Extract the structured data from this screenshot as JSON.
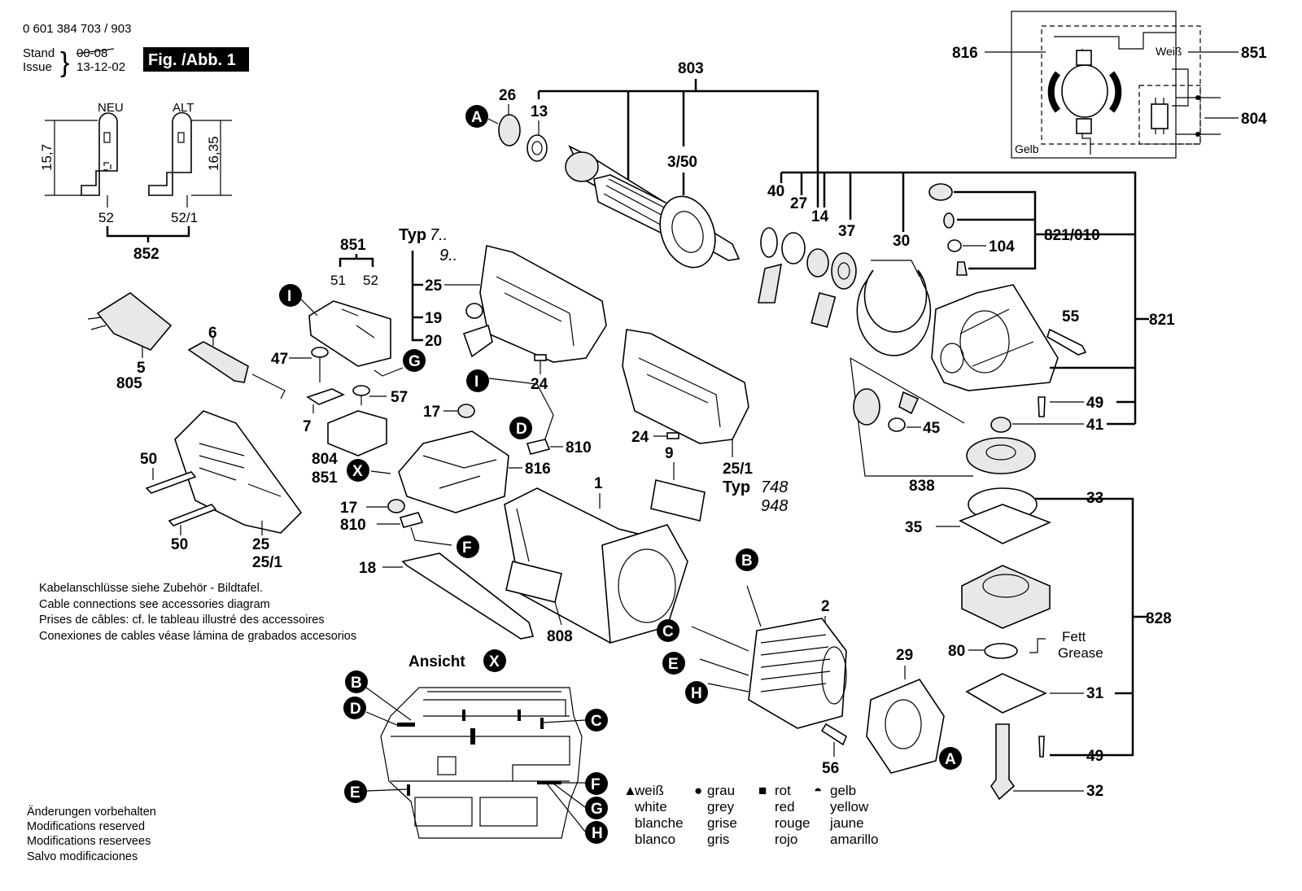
{
  "header": {
    "part_number": "0 601 384 703 / 903",
    "stand_label": "Stand",
    "issue_label": "Issue",
    "date_old": "00-08",
    "date_new": "13-12-02",
    "figure_label": "Fig. /Abb. 1"
  },
  "terminal_detail": {
    "new_label": "NEU",
    "old_label": "ALT",
    "dim_new": "15,7",
    "dim_old": "16,35",
    "part_new": "52",
    "part_old": "52/1",
    "set_number": "852"
  },
  "parts": {
    "p803": "803",
    "p26": "26",
    "p13": "13",
    "p350": "3/50",
    "p40": "40",
    "p27": "27",
    "p14": "14",
    "p37": "37",
    "p30": "30",
    "p821_010": "821/010",
    "p104": "104",
    "p821": "821",
    "p55": "55",
    "p49a": "49",
    "p41": "41",
    "p45": "45",
    "p838": "838",
    "p33": "33",
    "p35": "35",
    "p828": "828",
    "p80": "80",
    "p31": "31",
    "p49b": "49",
    "p32": "32",
    "p29": "29",
    "p2": "2",
    "p56": "56",
    "p1": "1",
    "p9": "9",
    "p251_right": "25/1",
    "p24a": "24",
    "p24b": "24",
    "p25_top": "25",
    "p19": "19",
    "p20": "20",
    "p851_top": "851",
    "p51": "51",
    "p52": "52",
    "p47": "47",
    "p7": "7",
    "p57": "57",
    "p804": "804",
    "p851": "851",
    "p17a": "17",
    "p17b": "17",
    "p816": "816",
    "p810a": "810",
    "p810b": "810",
    "p18": "18",
    "p808": "808",
    "p6": "6",
    "p5": "5",
    "p805": "805",
    "p50a": "50",
    "p50b": "50",
    "p25_bottom": "25",
    "p251_bottom": "25/1"
  },
  "typ_labels": {
    "typ_top": "Typ",
    "typ_top_v1": "7..",
    "typ_top_v2": "9..",
    "typ_bottom": "Typ",
    "typ_bottom_v1": "748",
    "typ_bottom_v2": "948"
  },
  "wiring_schematic": {
    "label_816": "816",
    "label_851": "851",
    "label_804": "804",
    "weiss": "Weiß",
    "gelb": "Gelb"
  },
  "markers": [
    "A",
    "B",
    "C",
    "D",
    "E",
    "F",
    "G",
    "H",
    "I",
    "X"
  ],
  "ansicht": {
    "title": "Ansicht"
  },
  "grease_note": {
    "de": "Fett",
    "en": "Grease"
  },
  "cable_note": [
    "Kabelanschlüsse siehe Zubehör - Bildtafel.",
    "Cable connections see accessories diagram",
    "Prises de câbles: cf. le tableau illustré des accessoires",
    "Conexiones de cables véase lámina de grabados accesorios"
  ],
  "modifications_note": [
    "Änderungen vorbehalten",
    "Modifications reserved",
    "Modifications reservees",
    "Salvo modificaciones"
  ],
  "color_legend": [
    {
      "symbol": "▲",
      "de": "weiß",
      "en": "white",
      "fr": "blanche",
      "es": "blanco"
    },
    {
      "symbol": "●",
      "de": "grau",
      "en": "grey",
      "fr": "grise",
      "es": "gris"
    },
    {
      "symbol": "■",
      "de": "rot",
      "en": "red",
      "fr": "rouge",
      "es": "rojo"
    },
    {
      "symbol": "◓",
      "de": "gelb",
      "en": "yellow",
      "fr": "jaune",
      "es": "amarillo"
    }
  ],
  "colors": {
    "ink": "#000000",
    "paper": "#ffffff",
    "badge_fill": "#000000"
  }
}
